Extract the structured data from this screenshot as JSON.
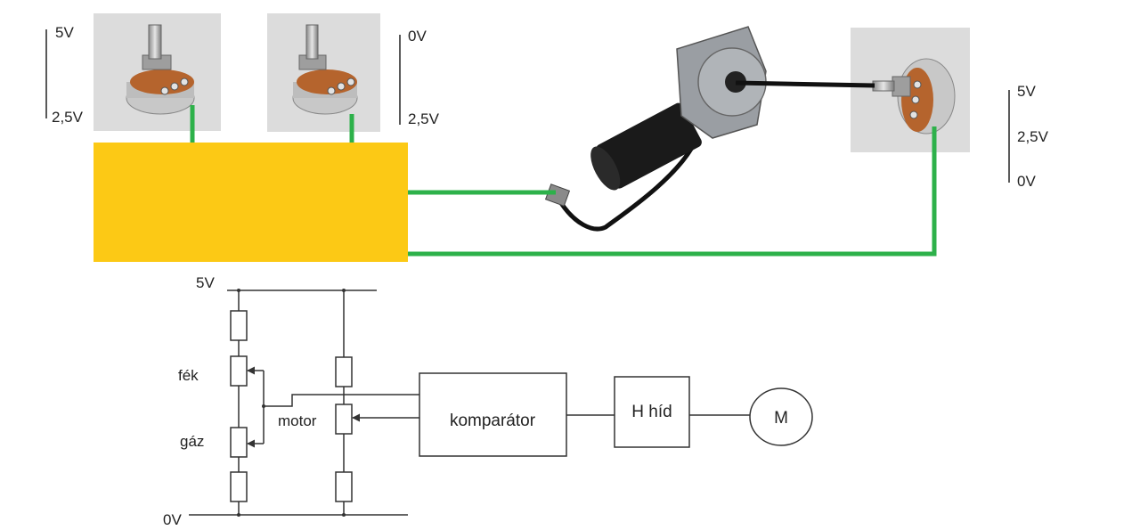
{
  "colors": {
    "controller_box": "#fcc915",
    "wire": "#2db14a",
    "shaft_link": "#111111",
    "photo_bg": "#dcdcdc",
    "motor_body": "#1a1a1a",
    "gearbox": "#9a9ea3",
    "pot_wafer": "#b5642d"
  },
  "icons": {
    "pot_photo": "potentiometer-photo",
    "motor_photo": "wiper-motor-photo",
    "resistor": "resistor-symbol",
    "potentiometer": "potentiometer-symbol"
  },
  "pot1_scale": {
    "top": "5V",
    "bottom": "2,5V"
  },
  "pot2_scale": {
    "top": "0V",
    "bottom": "2,5V"
  },
  "feedback_scale": {
    "top": "5V",
    "mid": "2,5V",
    "bottom": "0V"
  },
  "schematic": {
    "supply_label": "5V",
    "ground_label": "0V",
    "brake_label": "fék",
    "throttle_label": "gáz",
    "motor_pot_label": "motor",
    "comparator_label": "komparátor",
    "bridge_label": "H híd",
    "motor_symbol": "M"
  }
}
